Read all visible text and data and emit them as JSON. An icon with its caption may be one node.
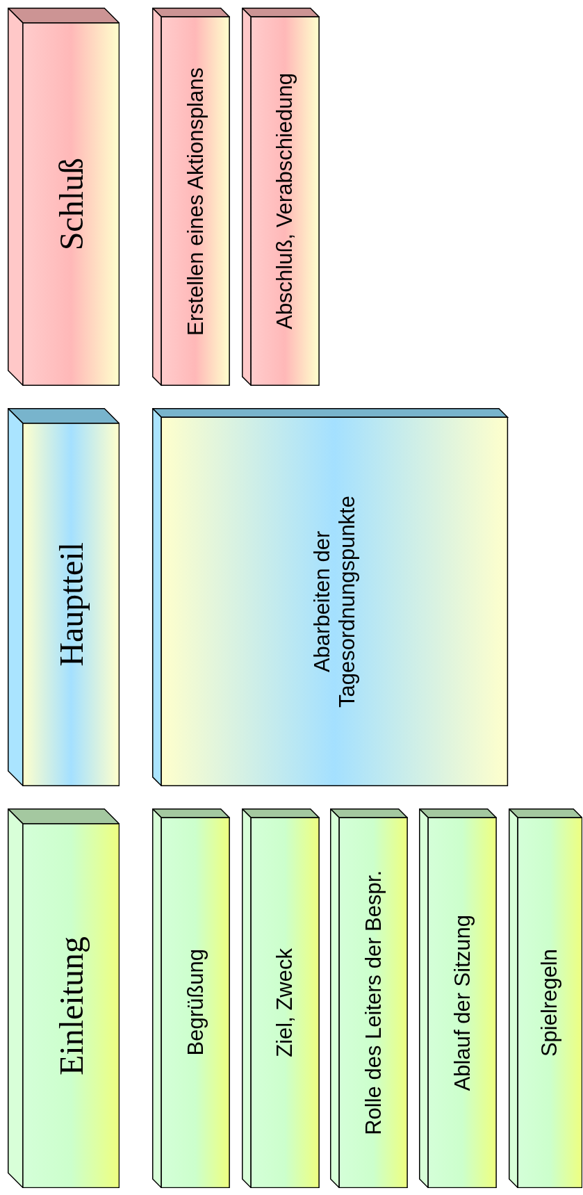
{
  "diagram": {
    "nodes": [
      {
        "text": [
          "Einleitung"
        ]
      },
      {
        "text": [
          "Begrüßung"
        ]
      },
      {
        "text": [
          "Ziel, Zweck"
        ]
      },
      {
        "text": [
          "Rolle des Leiters der Bespr."
        ]
      },
      {
        "text": [
          "Ablauf der Sitzung"
        ]
      },
      {
        "text": [
          "Spielregeln"
        ]
      },
      {
        "text": [
          "Hauptteil"
        ]
      },
      {
        "text": [
          "Abarbeiten der Tagesordnungspunkte"
        ]
      },
      {
        "text": [
          "Schluß"
        ]
      },
      {
        "text": [
          "Erstellen eines Aktionsplans"
        ]
      },
      {
        "text": [
          "Abschluß, Verabschiedung"
        ]
      }
    ],
    "edges": []
  }
}
